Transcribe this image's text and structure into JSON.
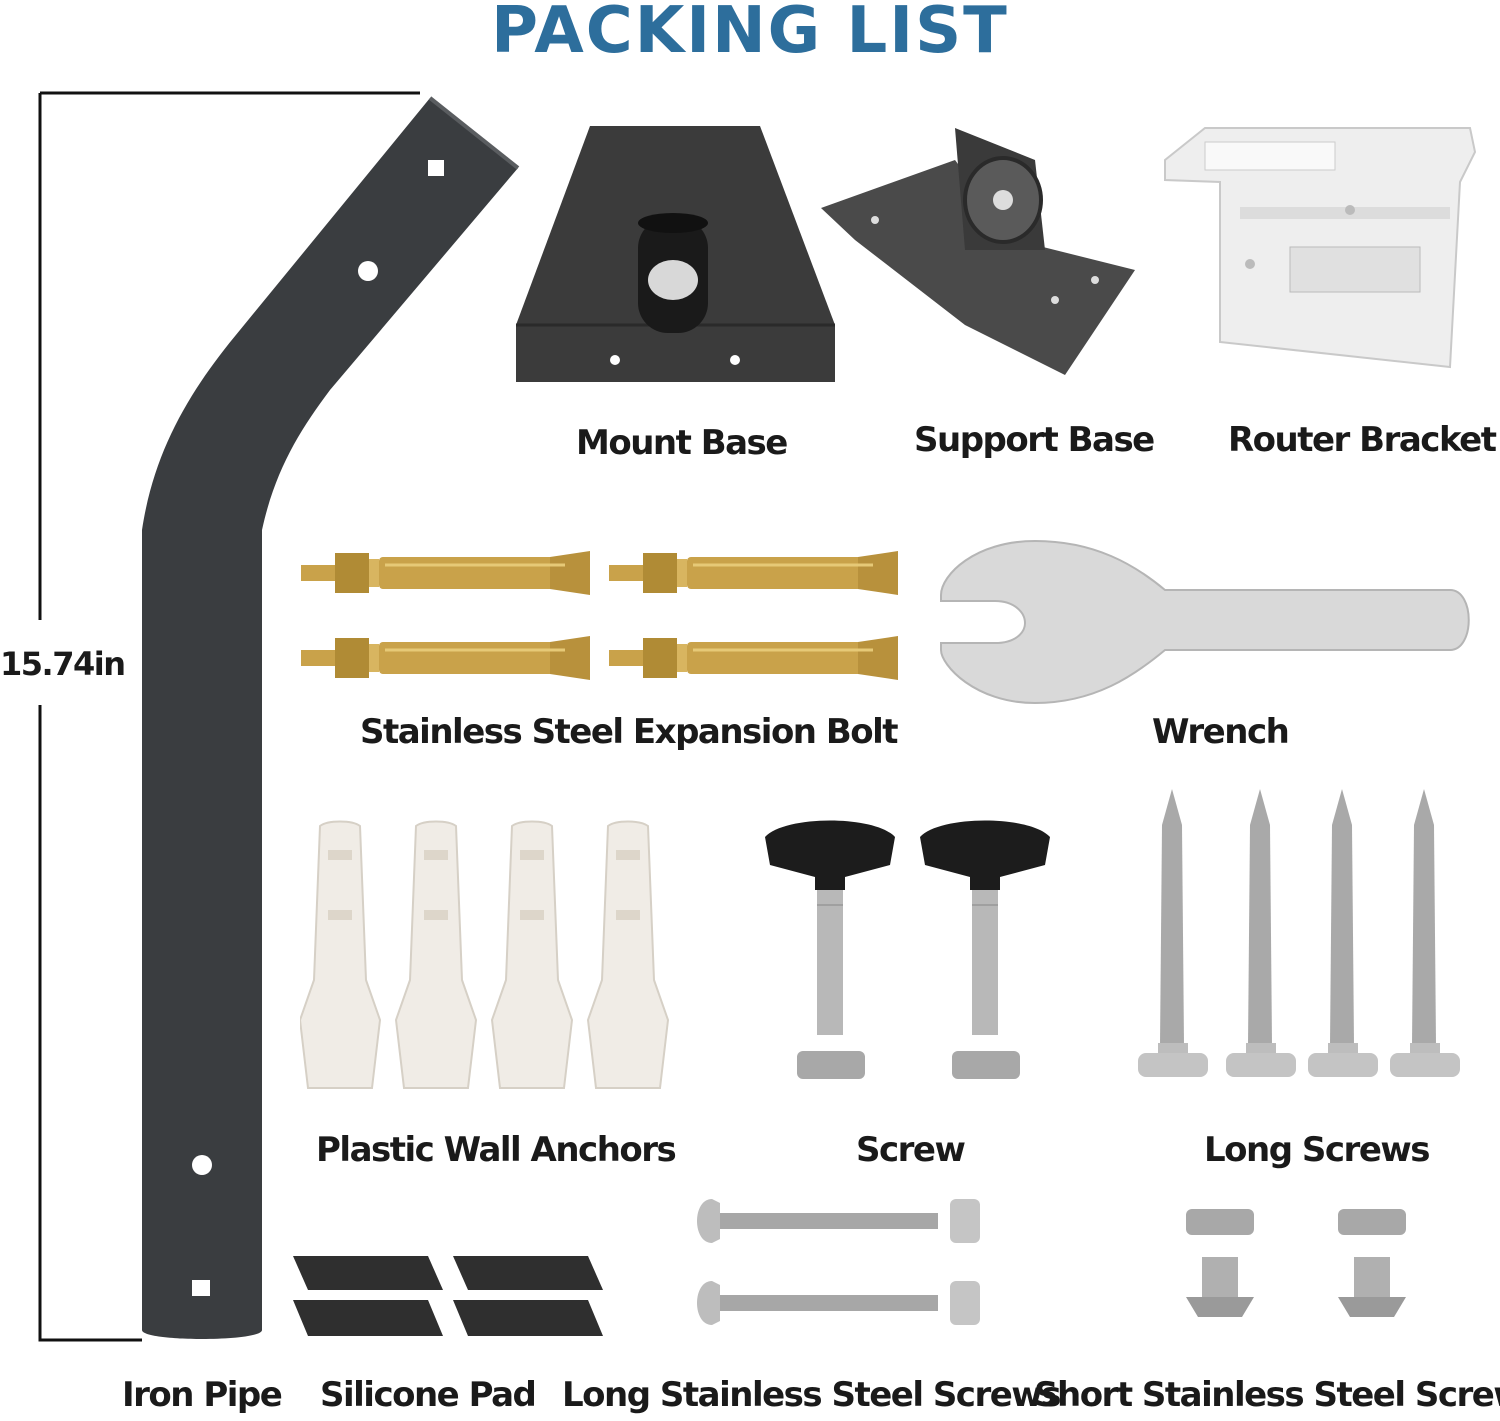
{
  "title": "PACKING LIST",
  "dimension": "15.74in",
  "items": {
    "iron_pipe": "Iron Pipe",
    "mount_base": "Mount Base",
    "support_base": "Support Base",
    "router_bracket": "Router Bracket",
    "expansion_bolt": "Stainless Steel Expansion Bolt",
    "wrench": "Wrench",
    "wall_anchors": "Plastic Wall Anchors",
    "screw": "Screw",
    "long_screws": "Long Screws",
    "silicone_pad": "Silicone Pad",
    "long_ss_screws": "Long Stainless Steel Screws",
    "short_ss_screws": "Short Stainless Steel Screws"
  },
  "colors": {
    "title": "#2d6e9c",
    "pipe": "#3a3d40",
    "brass": "#c9a24a",
    "steel": "#b8b8b8",
    "white_part": "#efefef"
  }
}
